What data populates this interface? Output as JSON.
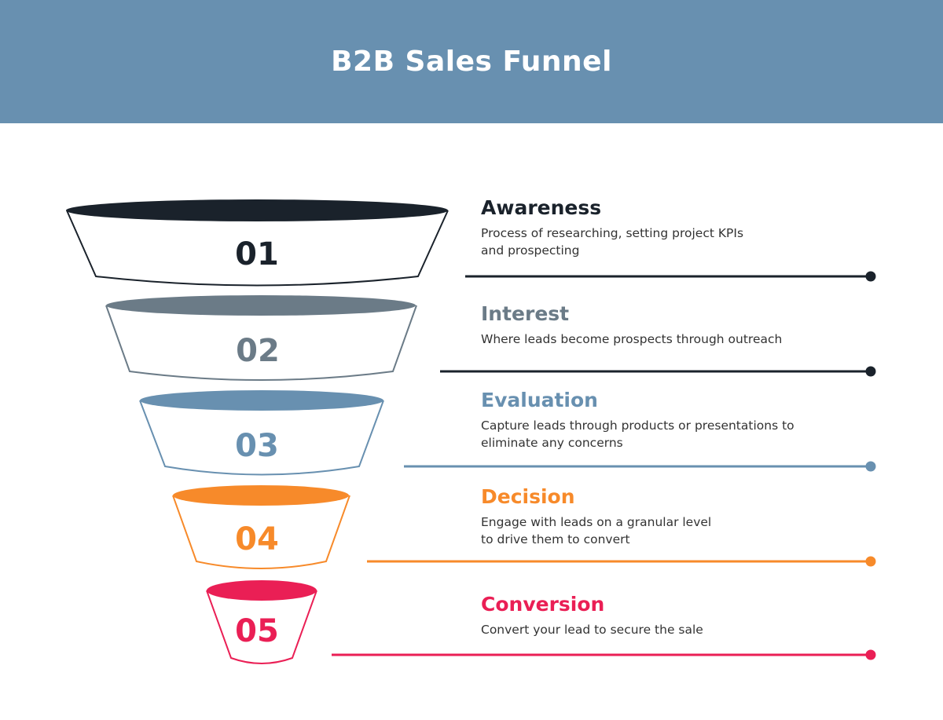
{
  "header": {
    "title": "B2B Sales Funnel",
    "background": "#6890b0"
  },
  "stages": [
    {
      "number": "01",
      "title": "Awareness",
      "description": "Process of researching, setting project KPIs and prospecting",
      "desc_lines": [
        "Process of researching, setting project KPIs",
        "and prospecting"
      ],
      "color": "#1a222b"
    },
    {
      "number": "02",
      "title": "Interest",
      "description": "Where leads become prospects through outreach",
      "desc_lines": [
        "Where leads become prospects through outreach"
      ],
      "color": "#6b7b87"
    },
    {
      "number": "03",
      "title": "Evaluation",
      "description": "Capture leads through products or presentations to eliminate any concerns",
      "desc_lines": [
        "Capture leads through products or presentations to",
        "eliminate any concerns"
      ],
      "color": "#6890b0"
    },
    {
      "number": "04",
      "title": "Decision",
      "description": "Engage with leads on a granular level to drive them to convert",
      "desc_lines": [
        "Engage with leads on a granular level",
        "to drive them to convert"
      ],
      "color": "#f78a2a"
    },
    {
      "number": "05",
      "title": "Conversion",
      "description": "Convert your lead to secure the sale",
      "desc_lines": [
        "Convert your lead to secure the sale"
      ],
      "color": "#ea1f55"
    }
  ]
}
